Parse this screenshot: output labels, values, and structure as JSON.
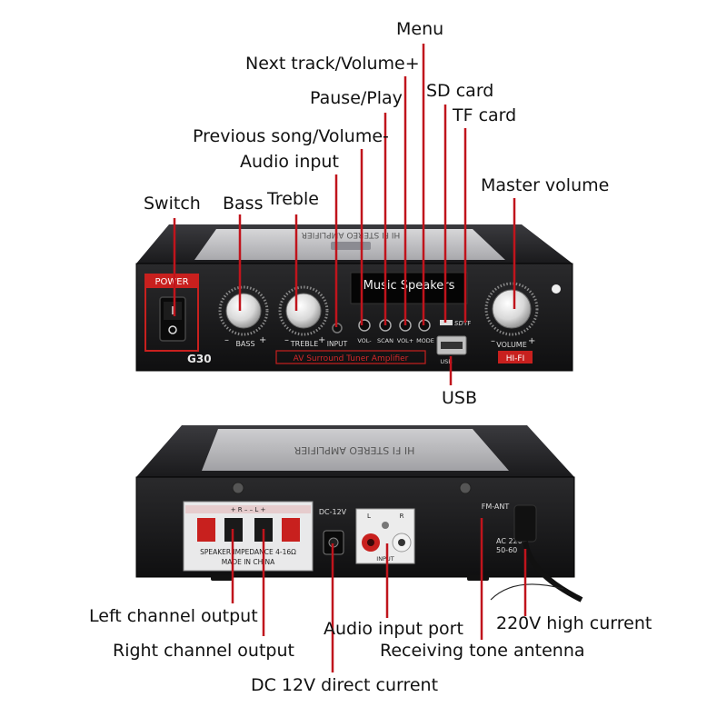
{
  "front_panel": {
    "product_banner": "HI FI STEREO AMPLIFIER",
    "power_label": "POWER",
    "display_text": "Music Speakers",
    "bass_label": "BASS",
    "treble_label": "TREBLE",
    "input_label": "INPUT",
    "btn_vol_minus": "VOL-",
    "btn_scan": "SCAN",
    "btn_vol_plus": "VOL+",
    "btn_mode": "MODE",
    "sd_label": "SD",
    "tf_label": "TF",
    "usb_label": "USB",
    "volume_label": "VOLUME",
    "model": "G30",
    "surround_banner": "AV Surround Tuner Amplifier",
    "hifi_badge": "HI-FI"
  },
  "back_panel": {
    "product_banner": "HI FI STEREO AMPLIFIER",
    "speaker_impedance": "SPEAKER IMPEDANCE 4-16Ω",
    "made_in": "MADE IN CHINA",
    "dc_label": "DC-12V",
    "input_label": "INPUT",
    "left_label": "L",
    "right_label": "R",
    "fm_ant": "FM-ANT",
    "ac_label": "AC 220",
    "freq_label": "50-60"
  },
  "callouts": {
    "menu": "Menu",
    "next_track": "Next track/Volume+",
    "pause_play": "Pause/Play",
    "sd_card": "SD card",
    "tf_card": "TF card",
    "previous_song": "Previous song/Volume-",
    "audio_input": "Audio input",
    "master_volume": "Master volume",
    "switch": "Switch",
    "bass": "Bass",
    "treble": "Treble",
    "usb": "USB",
    "left_channel_output": "Left channel output",
    "right_channel_output": "Right channel output",
    "dc_direct_current": "DC 12V direct current",
    "audio_input_port": "Audio input port",
    "receiving_antenna": "Receiving tone antenna",
    "high_current": "220V high current"
  },
  "colors": {
    "leader_line": "#c0141c",
    "chassis": "#1c1c1e",
    "accent_red": "#d4282a"
  }
}
